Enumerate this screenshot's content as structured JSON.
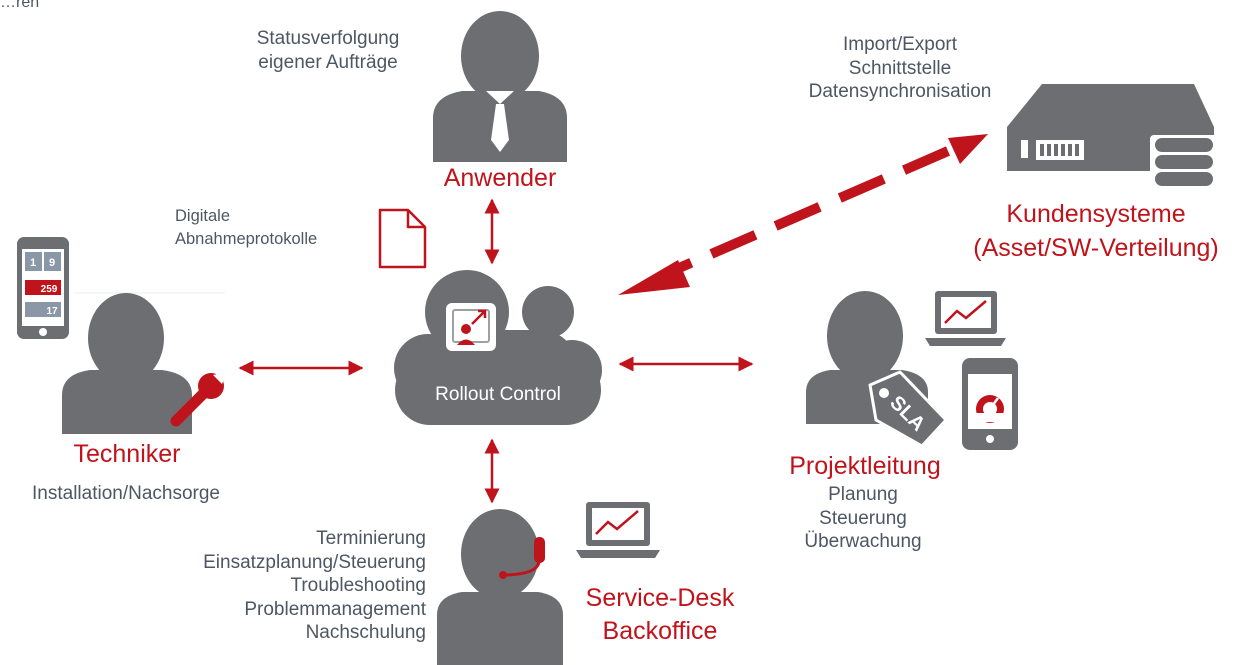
{
  "corner_fragment": "…ren",
  "hub": {
    "label": "Rollout Control"
  },
  "anwender": {
    "title": "Anwender",
    "lines": [
      "Statusverfolgung",
      "eigener Aufträge"
    ]
  },
  "documents": {
    "lines": [
      "Digitale",
      "Abnahmeprotokolle"
    ]
  },
  "techniker": {
    "title": "Techniker",
    "lines": [
      "Installation/Nachsorge"
    ]
  },
  "phone": {
    "tiles": [
      "1",
      "9",
      "259",
      "17"
    ]
  },
  "kundensysteme": {
    "title_lines": [
      "Kundensysteme",
      "(Asset/SW-Verteilung)"
    ],
    "lines": [
      "Import/Export",
      "Schnittstelle",
      "Datensynchronisation"
    ]
  },
  "projektleitung": {
    "title": "Projektleitung",
    "lines": [
      "Planung",
      "Steuerung",
      "Überwachung"
    ],
    "tag": "SLA"
  },
  "servicedesk": {
    "title_lines": [
      "Service-Desk",
      "Backoffice"
    ],
    "lines": [
      "Terminierung",
      "Einsatzplanung/Steuerung",
      "Troubleshooting",
      "Problemmanagement",
      "Nachschulung"
    ]
  },
  "colors": {
    "accent": "#c0141c",
    "icon_gray": "#6d6e71",
    "text_gray": "#4d5763"
  }
}
